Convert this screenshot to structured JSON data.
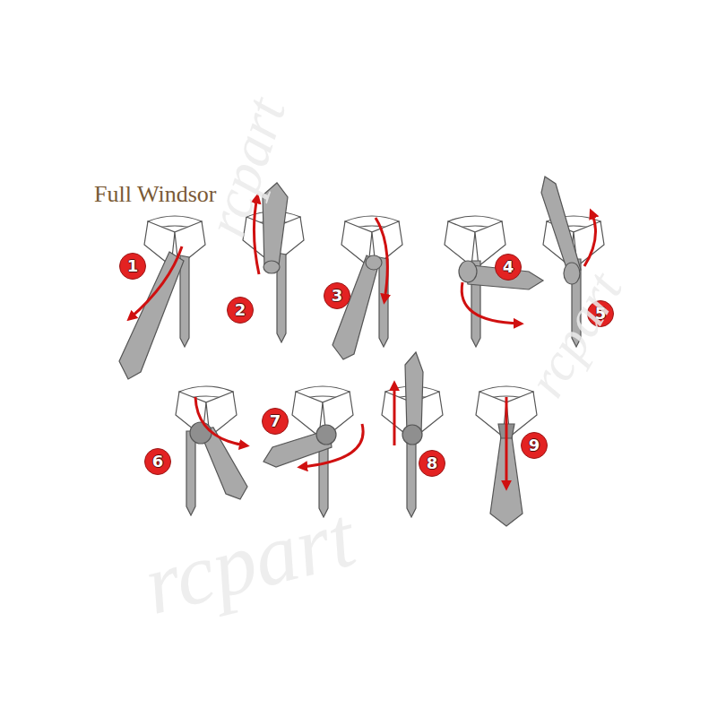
{
  "diagram": {
    "title": "Full Windsor",
    "nodes": [
      {
        "text": [
          "1"
        ]
      },
      {
        "text": [
          "2"
        ]
      },
      {
        "text": [
          "3"
        ]
      },
      {
        "text": [
          "4"
        ]
      },
      {
        "text": [
          "5"
        ]
      },
      {
        "text": [
          "6"
        ]
      },
      {
        "text": [
          "7"
        ]
      },
      {
        "text": [
          "8"
        ]
      },
      {
        "text": [
          "9"
        ]
      }
    ],
    "labels": [
      "rcpart",
      "rcpart",
      "rcpart"
    ]
  }
}
